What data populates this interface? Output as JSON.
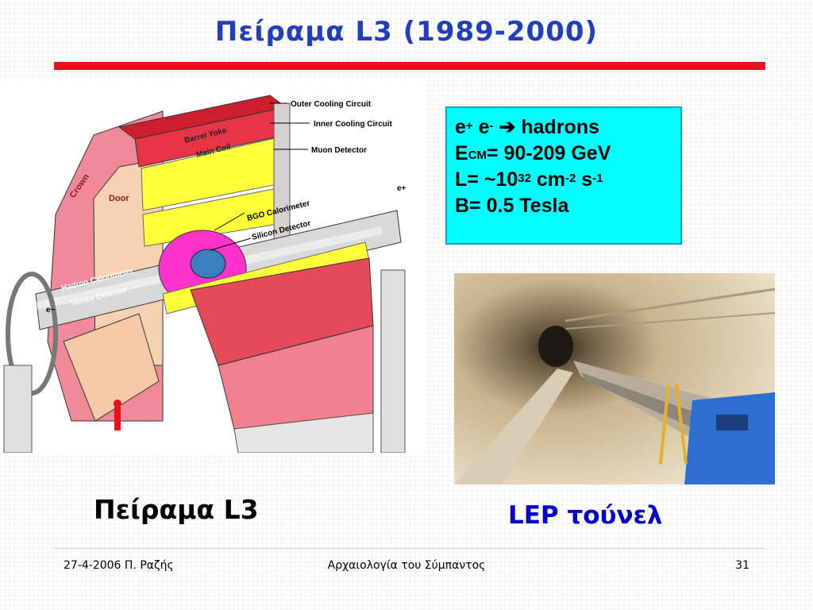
{
  "slide": {
    "title": "Πείραμα L3 (1989-2000)",
    "title_color": "#1f3fbf",
    "accent_color": "#e8121c"
  },
  "detector_diagram": {
    "labels": {
      "outer_cooling": "Outer Cooling Circuit",
      "inner_cooling": "Inner Cooling Circuit",
      "muon_detector": "Muon Detector",
      "bgo_calorimeter": "BGO Calorimeter",
      "silicon_detector": "Silicon Detector",
      "hadron_calorimeter": "Hadron Calorimeter",
      "vertex_detector": "Vertex Detector",
      "barrel_yoke": "Barrel Yoke",
      "main_coil": "Main Coil",
      "crown": "Crown",
      "door": "Door",
      "e_plus": "e+",
      "e_minus": "e−"
    }
  },
  "info_box": {
    "background": "#00ffff",
    "line1_a": "e",
    "line1_a_sup": "+",
    "line1_b": " e",
    "line1_b_sup": "-",
    "line1_arrow": " ➔ ",
    "line1_rest": "hadrons",
    "line2_main": "E",
    "line2_sub": "CM",
    "line2_rest": "= 90-209 GeV",
    "line3_main": "L= ~10",
    "line3_sup1": "32",
    "line3_mid": " cm",
    "line3_sup2": "-2",
    "line3_mid2": " s",
    "line3_sup3": "-1",
    "line4": "B= 0.5 Tesla"
  },
  "captions": {
    "left": "Πείραμα L3",
    "right": "LEP τούνελ",
    "right_color": "#0000cc"
  },
  "footer": {
    "left": "27-4-2006 Π. Ραζής",
    "center": "Αρχαιολογία του Σύμπαντος",
    "right": "31"
  }
}
